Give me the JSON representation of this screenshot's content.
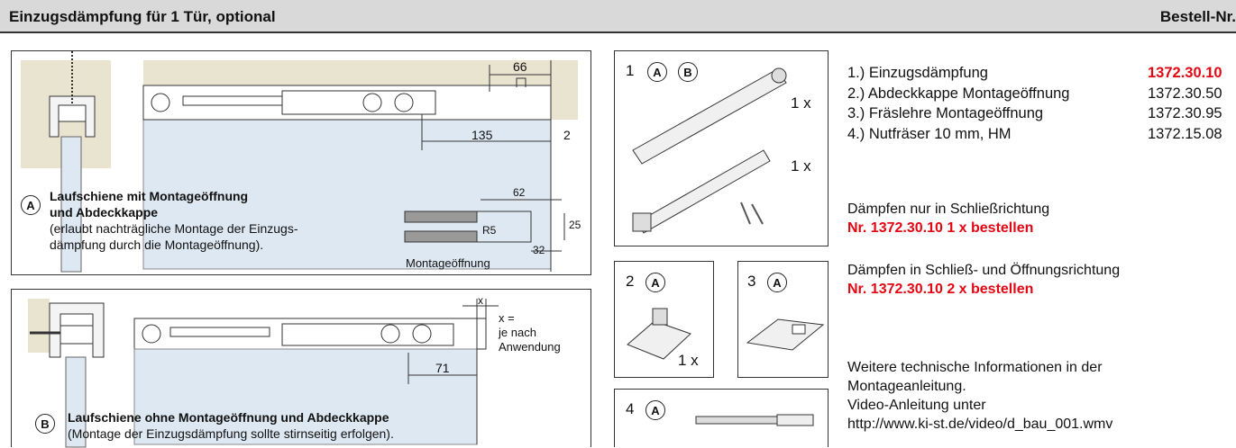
{
  "header": {
    "title": "Einzugsdämpfung für 1 Tür, optional",
    "right": "Bestell-Nr."
  },
  "panel_a": {
    "badge": "A",
    "heading_line1": "Laufschiene mit Montageöffnung",
    "heading_line2": "und Abdeckkappe",
    "desc_line1": "(erlaubt nachträgliche Montage der Einzugs-",
    "desc_line2": "dämpfung durch die Montageöffnung).",
    "dim_66": "66",
    "dim_135": "135",
    "dim_2": "2",
    "dim_62": "62",
    "dim_25": "25",
    "dim_32": "32",
    "dim_r5": "R5",
    "caption": "Montageöffnung"
  },
  "panel_b": {
    "badge": "B",
    "heading": "Laufschiene ohne Montageöffnung und Abdeckkappe",
    "desc": "(Montage der Einzugsdämpfung sollte stirnseitig erfolgen).",
    "x_label": "x",
    "note_line1": "x =",
    "note_line2": "je nach",
    "note_line3": "Anwendung",
    "dim_71": "71"
  },
  "box1": {
    "num": "1",
    "badges": [
      "A",
      "B"
    ],
    "qty1": "1 x",
    "qty2": "1 x"
  },
  "box2": {
    "num": "2",
    "badge": "A",
    "qty": "1 x"
  },
  "box3": {
    "num": "3",
    "badge": "A"
  },
  "box4": {
    "num": "4",
    "badge": "A"
  },
  "order_list": [
    {
      "name": "1.) Einzugsdämpfung",
      "number": "1372.30.10",
      "highlight": true
    },
    {
      "name": "2.) Abdeckkappe Montageöffnung",
      "number": "1372.30.50",
      "highlight": false
    },
    {
      "name": "3.) Fräslehre Montageöffnung",
      "number": "1372.30.95",
      "highlight": false
    },
    {
      "name": "4.) Nutfräser 10 mm, HM",
      "number": "1372.15.08",
      "highlight": false
    }
  ],
  "note1": {
    "line1": "Dämpfen nur in Schließrichtung",
    "line2": "Nr. 1372.30.10  1 x bestellen"
  },
  "note2": {
    "line1": "Dämpfen in Schließ- und Öffnungsrichtung",
    "line2": "Nr. 1372.30.10  2 x bestellen"
  },
  "info": {
    "line1": "Weitere technische Informationen in der",
    "line2": "Montageanleitung.",
    "line3": "Video-Anleitung unter",
    "line4": "http://www.ki-st.de/video/d_bau_001.wmv"
  },
  "colors": {
    "header_bg": "#d9d9d9",
    "highlight": "#e30613",
    "track": "#e8e4d0",
    "glass": "#dde8f2"
  }
}
